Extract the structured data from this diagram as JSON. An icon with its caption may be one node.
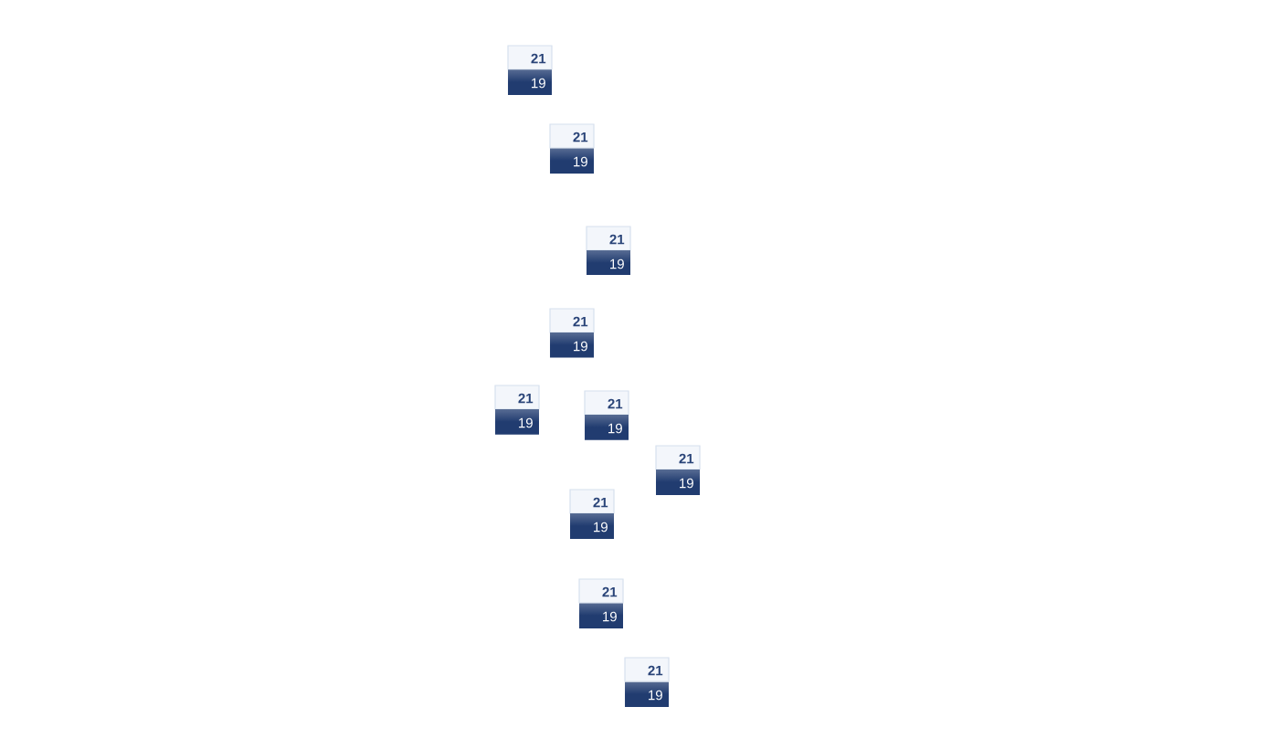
{
  "diagram": {
    "nodes": [
      {
        "text": [
          "21",
          "19"
        ]
      },
      {
        "text": [
          "21",
          "19"
        ]
      },
      {
        "text": [
          "21",
          "19"
        ]
      },
      {
        "text": [
          "21",
          "19"
        ]
      },
      {
        "text": [
          "21",
          "19"
        ]
      },
      {
        "text": [
          "21",
          "19"
        ]
      },
      {
        "text": [
          "21",
          "19"
        ]
      },
      {
        "text": [
          "21",
          "19"
        ]
      },
      {
        "text": [
          "21",
          "19"
        ]
      },
      {
        "text": [
          "21",
          "19"
        ]
      }
    ]
  }
}
